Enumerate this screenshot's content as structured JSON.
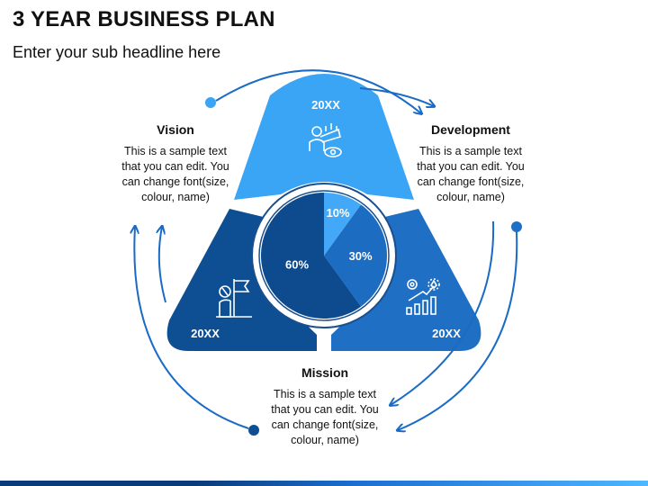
{
  "header": {
    "title": "3 YEAR BUSINESS PLAN",
    "subtitle": "Enter your sub headline here"
  },
  "segments": [
    {
      "id": "top",
      "year": "20XX",
      "color": "#3aa4f5",
      "icon": "vision-telescope-icon"
    },
    {
      "id": "left",
      "year": "20XX",
      "color": "#0e4f94",
      "icon": "mission-flag-icon"
    },
    {
      "id": "right",
      "year": "20XX",
      "color": "#1f6fc4",
      "icon": "development-growth-icon"
    }
  ],
  "pie": {
    "slices": [
      {
        "label": "10%",
        "value": 10,
        "color": "#42a8f7"
      },
      {
        "label": "30%",
        "value": 30,
        "color": "#1c6cc2"
      },
      {
        "label": "60%",
        "value": 60,
        "color": "#0d4b8e"
      }
    ]
  },
  "blocks": {
    "vision": {
      "heading": "Vision",
      "lines": [
        "This is a sample text",
        "that you can edit. You",
        "can change font(size,",
        "colour, name)"
      ]
    },
    "development": {
      "heading": "Development",
      "lines": [
        "This is a sample text",
        "that you can edit. You",
        "can change font(size,",
        "colour, name)"
      ]
    },
    "mission": {
      "heading": "Mission",
      "lines": [
        "This is a sample text",
        "that you can edit. You",
        "can change font(size,",
        "colour, name)"
      ]
    }
  },
  "colors": {
    "arrow": "#1a6bc6",
    "bottom_bar": "#0b3a78"
  }
}
